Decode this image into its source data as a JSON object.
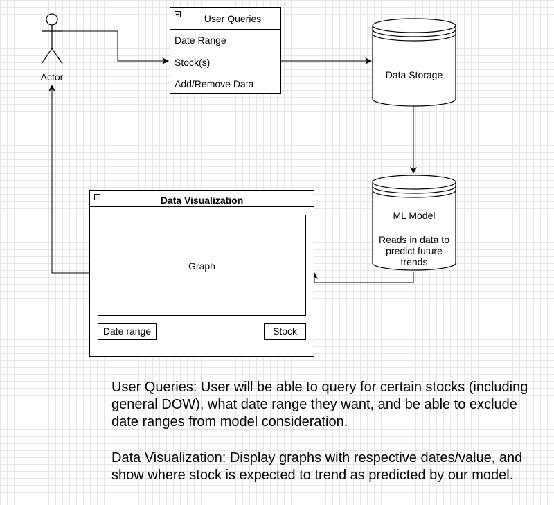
{
  "actor": {
    "label": "Actor"
  },
  "user_queries": {
    "title": "User Queries",
    "items": [
      "Date Range",
      "Stock(s)",
      "Add/Remove Data"
    ]
  },
  "data_storage": {
    "label": "Data Storage"
  },
  "ml_model": {
    "title": "ML Model",
    "description": "Reads in data to predict future trends"
  },
  "data_visualization": {
    "title": "Data Visualization",
    "graph_label": "Graph",
    "date_range_label": "Date range",
    "stock_label": "Stock"
  },
  "notes": {
    "user_queries": "User Queries: User will be able to query for certain stocks (including general DOW), what date range they want, and be able to exclude date ranges from model consideration.",
    "data_visualization": "Data Visualization: Display graphs with respective dates/value, and show where stock is expected to trend as predicted by our model."
  }
}
